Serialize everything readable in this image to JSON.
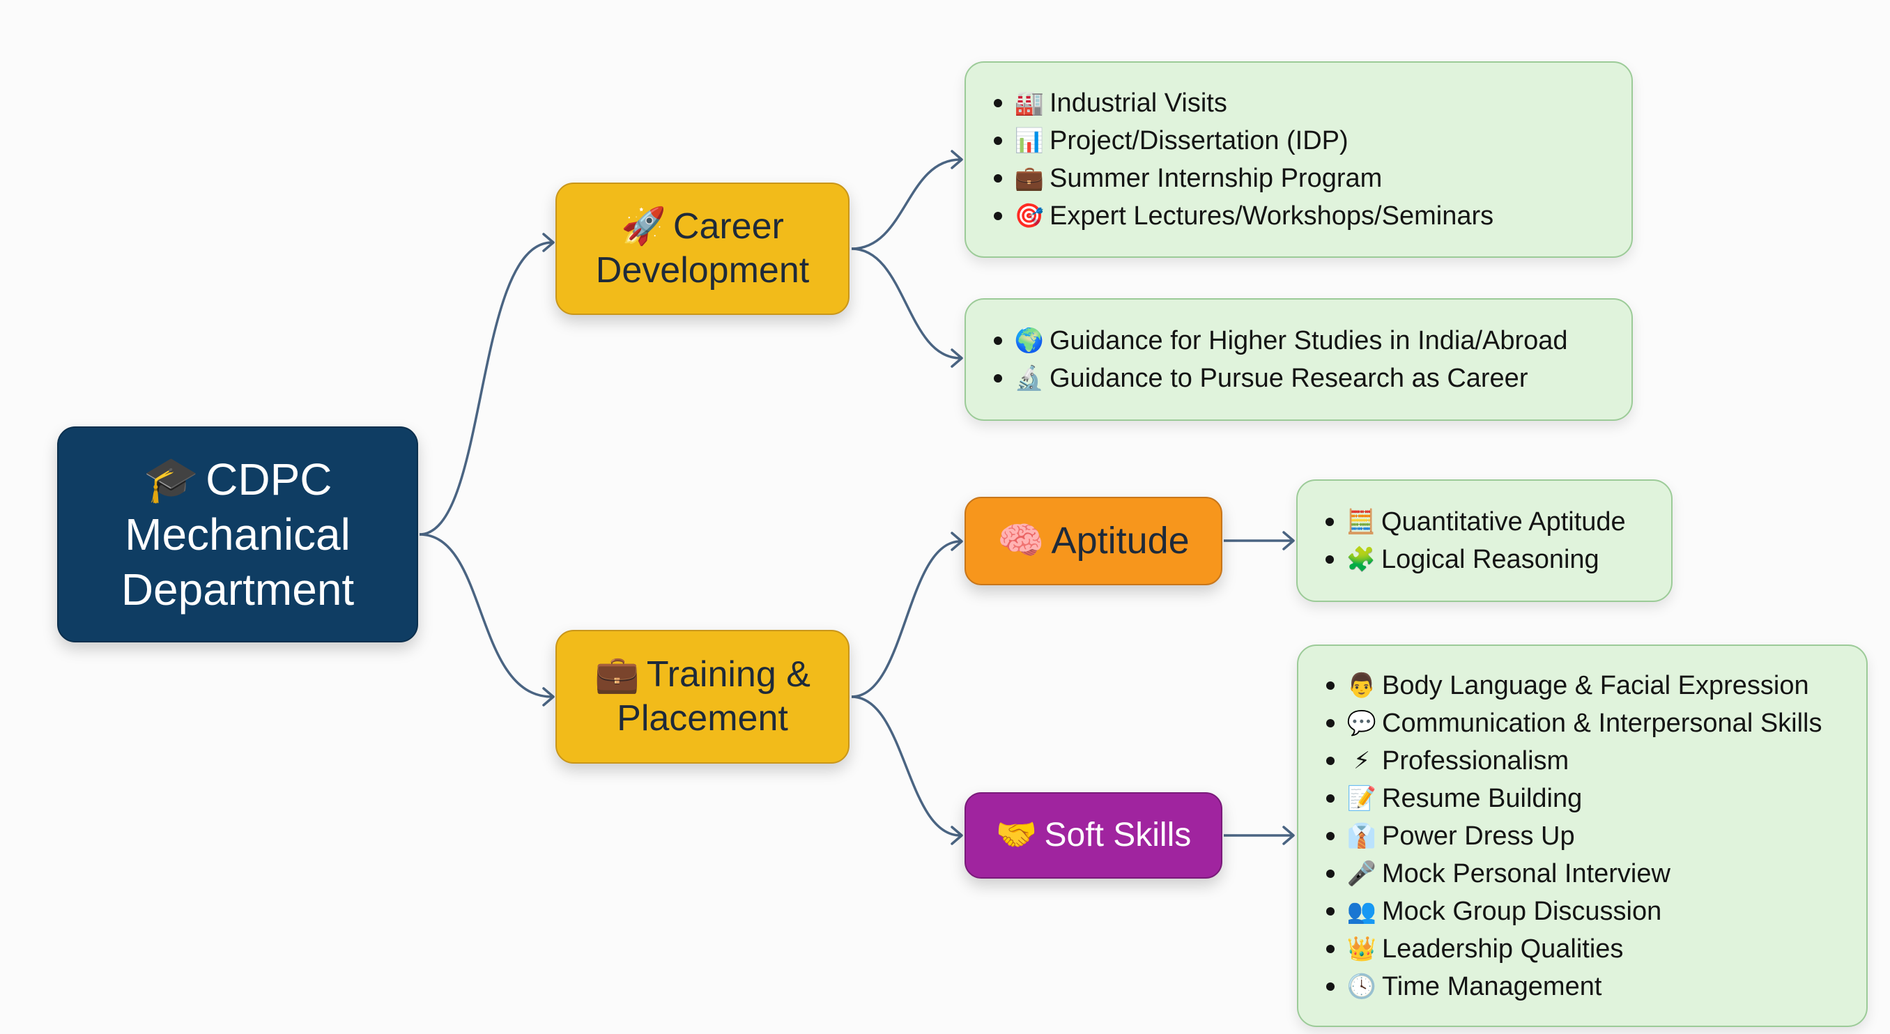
{
  "colors": {
    "background": "#fbfbfb",
    "root": "#0f3d63",
    "branch": "#f2bb1a",
    "aptitude": "#f7961c",
    "soft_skills": "#a0249f",
    "leaf": "#e0f3dc",
    "connector": "#4a6482"
  },
  "root": {
    "icon": "graduation-cap-icon",
    "emoji": "🎓",
    "line1": "CDPC",
    "line2": "Mechanical",
    "line3": "Department"
  },
  "career": {
    "icon": "rocket-icon",
    "emoji": "🚀",
    "line1": "Career",
    "line2": "Development",
    "groups": [
      {
        "items": [
          {
            "icon": "factory-icon",
            "emoji": "🏭",
            "label": "Industrial Visits"
          },
          {
            "icon": "bar-chart-icon",
            "emoji": "📊",
            "label": "Project/Dissertation (IDP)"
          },
          {
            "icon": "briefcase-icon",
            "emoji": "💼",
            "label": "Summer Internship Program"
          },
          {
            "icon": "target-icon",
            "emoji": "🎯",
            "label": "Expert Lectures/Workshops/Seminars"
          }
        ]
      },
      {
        "items": [
          {
            "icon": "globe-icon",
            "emoji": "🌍",
            "label": "Guidance for Higher Studies in India/Abroad"
          },
          {
            "icon": "microscope-icon",
            "emoji": "🔬",
            "label": "Guidance to Pursue Research as Career"
          }
        ]
      }
    ]
  },
  "training": {
    "icon": "briefcase-icon",
    "emoji": "💼",
    "line1": "Training &",
    "line2": "Placement",
    "aptitude": {
      "icon": "brain-icon",
      "emoji": "🧠",
      "label": "Aptitude",
      "items": [
        {
          "icon": "calculator-icon",
          "emoji": "🧮",
          "label": "Quantitative Aptitude"
        },
        {
          "icon": "puzzle-icon",
          "emoji": "🧩",
          "label": "Logical Reasoning"
        }
      ]
    },
    "soft_skills": {
      "icon": "handshake-icon",
      "emoji": "🤝",
      "label": "Soft Skills",
      "items": [
        {
          "icon": "person-icon",
          "emoji": "👨",
          "label": "Body Language & Facial Expression"
        },
        {
          "icon": "speech-bubble-icon",
          "emoji": "💬",
          "label": "Communication & Interpersonal Skills"
        },
        {
          "icon": "lightning-icon",
          "emoji": "⚡",
          "label": "Professionalism"
        },
        {
          "icon": "memo-icon",
          "emoji": "📝",
          "label": "Resume Building"
        },
        {
          "icon": "shirt-tie-icon",
          "emoji": "👔",
          "label": "Power Dress Up"
        },
        {
          "icon": "microphone-icon",
          "emoji": "🎤",
          "label": "Mock Personal Interview"
        },
        {
          "icon": "people-icon",
          "emoji": "👥",
          "label": "Mock Group Discussion"
        },
        {
          "icon": "crown-icon",
          "emoji": "👑",
          "label": "Leadership Qualities"
        },
        {
          "icon": "clock-icon",
          "emoji": "🕓",
          "label": "Time Management"
        }
      ]
    }
  }
}
